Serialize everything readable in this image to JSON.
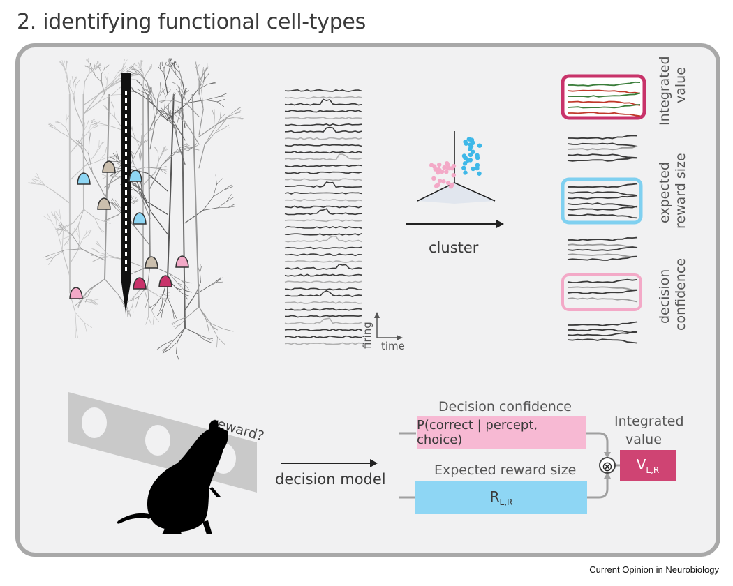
{
  "title": "2. identifying functional cell-types",
  "credit": "Current Opinion in Neurobiology",
  "labels": {
    "axis_firing": "firing",
    "axis_time": "time",
    "cluster": "cluster",
    "decision_model": "decision model",
    "reward_question": "reward?"
  },
  "groups": {
    "integrated_value": {
      "line1": "Integrated",
      "line2": "value",
      "color": "#c8336a"
    },
    "expected_reward": {
      "line1": "expected",
      "line2": "reward size",
      "color": "#7fd0f0"
    },
    "decision_confidence": {
      "line1": "decision",
      "line2": "confidence",
      "color": "#f3a9c7"
    }
  },
  "model": {
    "decision_confidence_title": "Decision confidence",
    "decision_confidence_formula": "P(correct | percept, choice)",
    "expected_reward_title": "Expected reward size",
    "expected_reward_symbol": "R",
    "expected_reward_sub": "L,R",
    "integrated_title_1": "Integrated",
    "integrated_title_2": "value",
    "integrated_symbol": "V",
    "integrated_sub": "L,R",
    "multiply_symbol": "⊗"
  },
  "colors": {
    "pink": "#f3a9c7",
    "blue": "#8ed6f4",
    "magenta": "#c8336a",
    "tan": "#cbbfae",
    "gray_border": "#a8a8a8"
  }
}
